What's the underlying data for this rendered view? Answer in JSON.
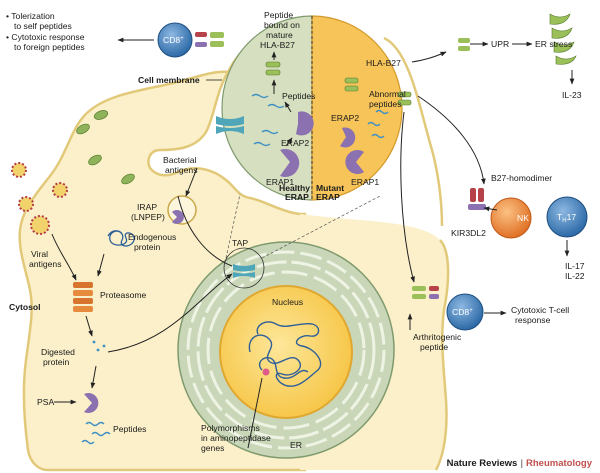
{
  "labels": {
    "tolerization": "• Tolerization",
    "tolerization_2": "to self peptides",
    "cytotoxic_response": "• Cytotoxic response",
    "cytotoxic_response_2": "to foreign peptides",
    "cd8_top": "CD8",
    "cd8_top_sup": "+",
    "peptide_bound_1": "Peptide",
    "peptide_bound_2": "bound on",
    "peptide_bound_3": "mature",
    "peptide_bound_4": "HLA-B27",
    "peptides_top": "Peptides",
    "erap2_healthy": "ERAP2",
    "erap1_healthy": "ERAP1",
    "healthy_erap_1": "Healthy",
    "healthy_erap_2": "ERAP",
    "hla_b27": "HLA-B27",
    "abnormal_peptides_1": "Abnormal",
    "abnormal_peptides_2": "peptides",
    "erap2_mutant": "ERAP2",
    "erap1_mutant": "ERAP1",
    "mutant_erap_1": "Mutant",
    "mutant_erap_2": "ERAP",
    "upr": "UPR",
    "er_stress": "ER stress",
    "il23": "IL-23",
    "cell_membrane": "Cell membrane",
    "bacterial_antigens_1": "Bacterial",
    "bacterial_antigens_2": "antigens",
    "irap_1": "IRAP",
    "irap_2": "(LNPEP)",
    "endogenous_protein_1": "Endogenous",
    "endogenous_protein_2": "protein",
    "viral_antigens_1": "Viral",
    "viral_antigens_2": "antigens",
    "cytosol": "Cytosol",
    "proteasome": "Proteasome",
    "tap": "TAP",
    "nucleus": "Nucleus",
    "digested_protein_1": "Digested",
    "digested_protein_2": "protein",
    "psa": "PSA",
    "peptides_bottom": "Peptides",
    "polymorphisms_1": "Polymorphisms",
    "polymorphisms_2": "in aminopeptidase",
    "polymorphisms_3": "genes",
    "er": "ER",
    "b27_homodimer": "B27-homodimer",
    "kir3dl2": "KIR3DL2",
    "nk": "NK",
    "th17_t": "T",
    "th17_sub": "H",
    "th17_num": "17",
    "il17": "IL-17",
    "il22": "IL-22",
    "cd8_bottom": "CD8",
    "cd8_bottom_sup": "+",
    "cytotoxic_tcell_1": "Cytotoxic T-cell",
    "cytotoxic_tcell_2": "response",
    "arthritogenic_1": "Arthritogenic",
    "arthritogenic_2": "peptide"
  },
  "credit": {
    "publisher": "Nature Reviews",
    "separator": "|",
    "journal": "Rheumatology"
  },
  "colors": {
    "cell_fill": "#fbf0c9",
    "cell_outline": "#e2c97a",
    "healthy_fill": "#d6dfbf",
    "mutant_fill": "#f7c45a",
    "nucleus_fill": "#fbd66b",
    "er_fill": "#c9d6b8",
    "cd8_fill": "#3a78b5",
    "nk_fill": "#ef8b3c",
    "th17_fill": "#4b7fb5",
    "erap_purple": "#8b71b0",
    "hla_green": "#9bc05a",
    "peptide_blue": "#3d8fc4",
    "receptor_red": "#b6424a",
    "bacteria_green": "#8fb35a",
    "virus_red": "#b33b4a"
  }
}
